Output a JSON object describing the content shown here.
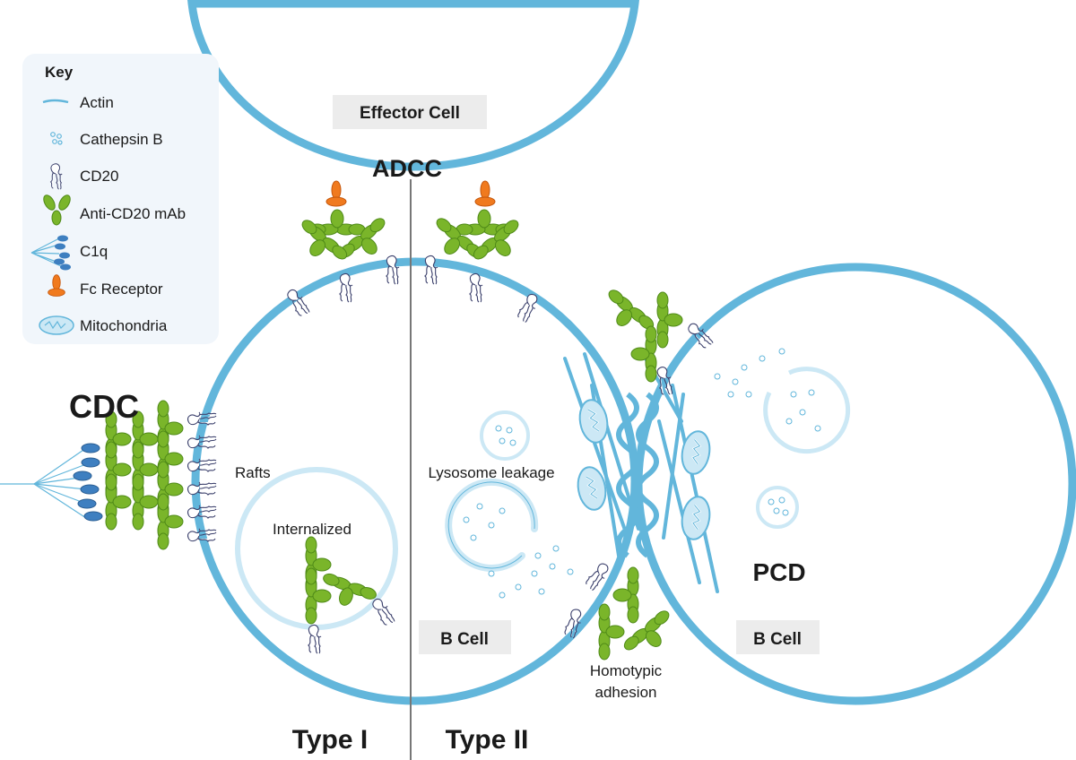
{
  "key": {
    "title": "Key",
    "items": [
      {
        "label": "Actin",
        "icon": "actin-icon"
      },
      {
        "label": "Cathepsin B",
        "icon": "cathepsin-b-icon"
      },
      {
        "label": "CD20",
        "icon": "cd20-icon"
      },
      {
        "label": "Anti-CD20 mAb",
        "icon": "antibody-icon"
      },
      {
        "label": "C1q",
        "icon": "c1q-icon"
      },
      {
        "label": "Fc Receptor",
        "icon": "fc-receptor-icon"
      },
      {
        "label": "Mitochondria",
        "icon": "mitochondria-icon"
      }
    ]
  },
  "labels": {
    "effector_cell": "Effector Cell",
    "adcc": "ADCC",
    "cdc": "CDC",
    "rafts": "Rafts",
    "internalized": "Internalized",
    "lysosome_leakage": "Lysosome leakage",
    "b_cell_left": "B Cell",
    "b_cell_right": "B Cell",
    "pcd": "PCD",
    "homotypic_adhesion_1": "Homotypic",
    "homotypic_adhesion_2": "adhesion",
    "type_1": "Type I",
    "type_2": "Type II"
  },
  "colors": {
    "membrane": "#62b6db",
    "antibody": "#7ab52a",
    "antibody_dark": "#4f8a18",
    "fc_receptor": "#f07a1e",
    "c1q": "#3e7fc0",
    "vesicle": "#cce8f5",
    "cd20": "#3a3f6b",
    "label_box": "#ececec",
    "divider": "#777777"
  }
}
